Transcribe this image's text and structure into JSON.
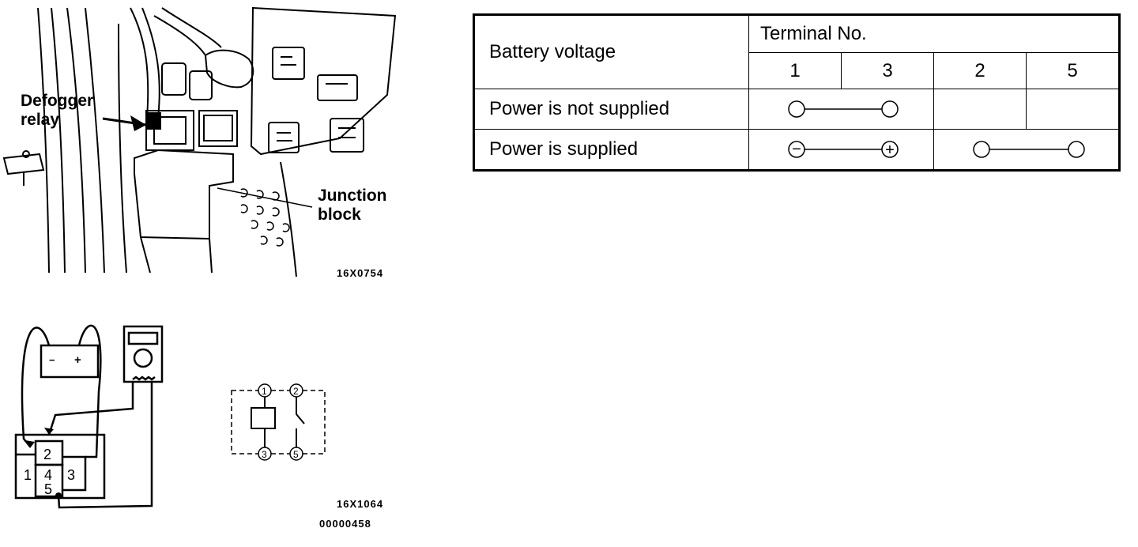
{
  "figure_top": {
    "defogger_label_line1": "Defogger",
    "defogger_label_line2": "relay",
    "junction_label_line1": "Junction",
    "junction_label_line2": "block",
    "code": "16X0754"
  },
  "figure_bottom": {
    "relay_pins": [
      "1",
      "2",
      "3",
      "4",
      "5"
    ],
    "schematic_pins": [
      "1",
      "2",
      "3",
      "5"
    ],
    "battery_minus": "−",
    "battery_plus": "+",
    "code": "16X1064",
    "doc_id": "00000458"
  },
  "table": {
    "header_left": "Battery voltage",
    "header_group": "Terminal No.",
    "terminals": [
      "1",
      "3",
      "2",
      "5"
    ],
    "rows": [
      {
        "label": "Power is not supplied"
      },
      {
        "label": "Power is supplied",
        "sign_minus": "−",
        "sign_plus": "+"
      }
    ]
  }
}
